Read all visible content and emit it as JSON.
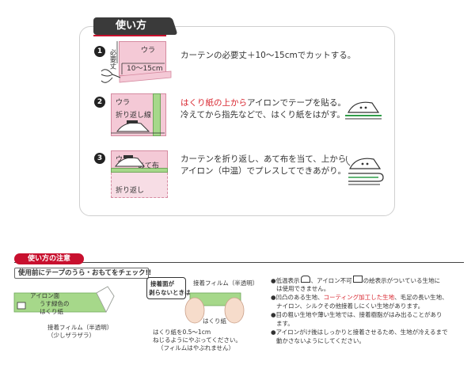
{
  "title": "使い方",
  "steps": [
    {
      "number": "1",
      "label_ura": "ウラ",
      "label_hitsuyoutake": "必要丈",
      "label_measure": "10〜15cm",
      "text": "カーテンの必要丈＋10〜15cmでカットする。"
    },
    {
      "number": "2",
      "label_ura": "ウラ",
      "label_fold_line": "折り返し線",
      "text_red": "はくり紙の上から",
      "text_rest": "アイロンでテープを貼る。",
      "text_line2": "冷えてから指先などで、はくり紙をはがす。"
    },
    {
      "number": "3",
      "label_ura": "ウラ",
      "label_atenuno": "あて布",
      "label_orikaeshi": "折り返し",
      "text_line1": "カーテンを折り返し、あて布を当て、上から",
      "text_line2": "アイロン（中温）でプレスしてできあがり。"
    }
  ],
  "notes": {
    "section_title": "使い方の注意",
    "check_label": "使用前にテープのうら・おもてをチェック!!",
    "iron_side": "アイロン面",
    "green_paper": "うす緑色の",
    "green_paper2": "はくり紙",
    "film_label": "接着フィルム（半透明）",
    "film_label2": "（少しザラザラ）",
    "callout": "接着面が",
    "callout2": "剥らないときは",
    "film_top": "接着フィルム（半透明）",
    "release_paper": "はくり紙",
    "tip1": "はくり紙を0.5〜1cm",
    "tip2": "ねじるようにやぶってください。",
    "tip3": "（フィルムはやぶれません）",
    "bullets": [
      {
        "prefix": "●低温表示",
        "rest": "、アイロン不可",
        "rest2": "の絵表示がついている生地に",
        "line2": "は使用できません。"
      },
      {
        "prefix": "●凹凸のある生地、",
        "red": "コーティング加工した生地",
        "rest": "、毛足の長い生地、",
        "line2": "ナイロン、シルクその他接着しにくい生地があります。"
      },
      {
        "prefix": "●目の粗い生地や薄い生地では、接着樹脂がはみ出ることがあり",
        "line2": "ます。"
      },
      {
        "prefix": "●アイロンがけ後はしっかりと接着させるため、生地が冷えるまで",
        "line2": "動かさないようにしてください。"
      }
    ]
  }
}
